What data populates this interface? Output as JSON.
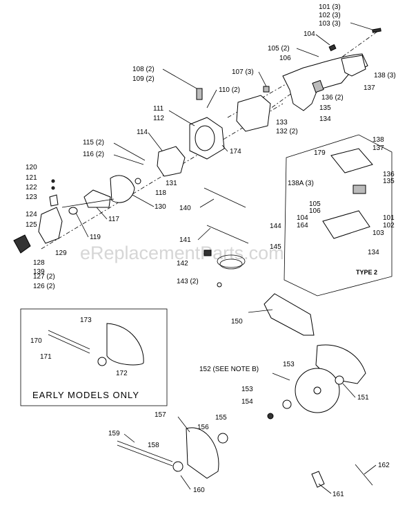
{
  "watermark": "eReplacementParts.com",
  "inset_early": "EARLY MODELS ONLY",
  "inset_type2": "TYPE 2",
  "labels": {
    "l101": "101 (3)",
    "l102": "102 (3)",
    "l103": "103 (3)",
    "l104": "104",
    "l105": "105 (2)",
    "l106": "106",
    "l107": "107 (3)",
    "l108": "108 (2)",
    "l109": "109 (2)",
    "l110": "110 (2)",
    "l111": "111",
    "l112": "112",
    "l133": "133",
    "l132": "132 (2)",
    "l134": "134",
    "l135": "135",
    "l136": "136 (2)",
    "l137": "137",
    "l138": "138 (3)",
    "l174": "174",
    "l114": "114",
    "l115": "115 (2)",
    "l116": "116 (2)",
    "l131": "131",
    "l118": "118",
    "l130": "130",
    "l120": "120",
    "l121": "121",
    "l122": "122",
    "l123": "123",
    "l124": "124",
    "l125": "125",
    "l129": "129",
    "l128": "128",
    "l139": "139",
    "l127": "127 (2)",
    "l126": "126 (2)",
    "l117": "117",
    "l119": "119",
    "l140": "140",
    "l141": "141",
    "l142": "142",
    "l143": "143 (2)",
    "l144": "144",
    "l145": "145",
    "t138": "138",
    "t137": "137",
    "t179": "179",
    "t136": "136",
    "t135": "135",
    "t138a": "138A (3)",
    "t105": "105",
    "t106": "106",
    "t104": "104",
    "t164": "164",
    "t101": "101",
    "t102": "102",
    "t103": "103",
    "t134": "134",
    "l150": "150",
    "l173": "173",
    "l170": "170",
    "l171": "171",
    "l172": "172",
    "l152": "152 (SEE NOTE B)",
    "l153a": "153",
    "l153b": "153",
    "l154": "154",
    "l151": "151",
    "l157": "157",
    "l155": "155",
    "l156": "156",
    "l159": "159",
    "l158": "158",
    "l160": "160",
    "l162": "162",
    "l161": "161"
  }
}
